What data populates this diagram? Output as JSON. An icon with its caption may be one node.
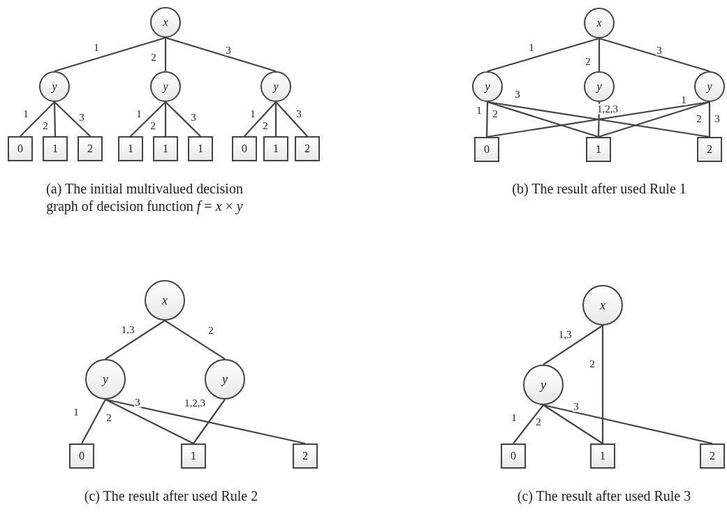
{
  "diagram": {
    "nodes": [
      {
        "text": [
          "x"
        ]
      },
      {
        "text": [
          "y"
        ]
      },
      {
        "text": [
          "y"
        ]
      },
      {
        "text": [
          "y"
        ]
      },
      {
        "text": [
          "0"
        ]
      },
      {
        "text": [
          "1"
        ]
      },
      {
        "text": [
          "2"
        ]
      },
      {
        "text": [
          "1"
        ]
      },
      {
        "text": [
          "1"
        ]
      },
      {
        "text": [
          "1"
        ]
      },
      {
        "text": [
          "0"
        ]
      },
      {
        "text": [
          "1"
        ]
      },
      {
        "text": [
          "2"
        ]
      },
      {
        "text": [
          "x"
        ]
      },
      {
        "text": [
          "y"
        ]
      },
      {
        "text": [
          "y"
        ]
      },
      {
        "text": [
          "y"
        ]
      },
      {
        "text": [
          "0"
        ]
      },
      {
        "text": [
          "1"
        ]
      },
      {
        "text": [
          "2"
        ]
      },
      {
        "text": [
          "x"
        ]
      },
      {
        "text": [
          "y"
        ]
      },
      {
        "text": [
          "y"
        ]
      },
      {
        "text": [
          "0"
        ]
      },
      {
        "text": [
          "1"
        ]
      },
      {
        "text": [
          "2"
        ]
      },
      {
        "text": [
          "x"
        ]
      },
      {
        "text": [
          "y"
        ]
      },
      {
        "text": [
          "0"
        ]
      },
      {
        "text": [
          "1"
        ]
      },
      {
        "text": [
          "2"
        ]
      }
    ],
    "edges": [
      {
        "from": 0,
        "to": 1,
        "arrow": "none",
        "label": "1"
      },
      {
        "from": 0,
        "to": 2,
        "arrow": "none",
        "label": "2"
      },
      {
        "from": 0,
        "to": 3,
        "arrow": "none",
        "label": "3"
      },
      {
        "from": 1,
        "to": 4,
        "arrow": "none",
        "label": "1"
      },
      {
        "from": 1,
        "to": 5,
        "arrow": "none",
        "label": "2"
      },
      {
        "from": 1,
        "to": 6,
        "arrow": "none",
        "label": "3"
      },
      {
        "from": 2,
        "to": 7,
        "arrow": "none",
        "label": "1"
      },
      {
        "from": 2,
        "to": 8,
        "arrow": "none",
        "label": "2"
      },
      {
        "from": 2,
        "to": 9,
        "arrow": "none",
        "label": "3"
      },
      {
        "from": 3,
        "to": 10,
        "arrow": "none",
        "label": "1"
      },
      {
        "from": 3,
        "to": 11,
        "arrow": "none",
        "label": "2"
      },
      {
        "from": 3,
        "to": 12,
        "arrow": "none",
        "label": "3"
      },
      {
        "from": 13,
        "to": 14,
        "arrow": "none",
        "label": "1"
      },
      {
        "from": 13,
        "to": 15,
        "arrow": "none",
        "label": "2"
      },
      {
        "from": 13,
        "to": 16,
        "arrow": "none",
        "label": "3"
      },
      {
        "from": 14,
        "to": 17,
        "arrow": "none",
        "label": "1"
      },
      {
        "from": 14,
        "to": 18,
        "arrow": "none",
        "label": "2"
      },
      {
        "from": 14,
        "to": 19,
        "arrow": "none",
        "label": "3"
      },
      {
        "from": 15,
        "to": 18,
        "arrow": "none",
        "label": "1,2,3"
      },
      {
        "from": 16,
        "to": 17,
        "arrow": "none",
        "label": "1"
      },
      {
        "from": 16,
        "to": 18,
        "arrow": "none",
        "label": "2"
      },
      {
        "from": 16,
        "to": 19,
        "arrow": "none",
        "label": "3"
      },
      {
        "from": 20,
        "to": 21,
        "arrow": "none",
        "label": "1,3"
      },
      {
        "from": 20,
        "to": 22,
        "arrow": "none",
        "label": "2"
      },
      {
        "from": 21,
        "to": 23,
        "arrow": "none",
        "label": "1"
      },
      {
        "from": 21,
        "to": 24,
        "arrow": "none",
        "label": "2"
      },
      {
        "from": 21,
        "to": 25,
        "arrow": "none",
        "label": "3"
      },
      {
        "from": 22,
        "to": 24,
        "arrow": "none",
        "label": "1,2,3"
      },
      {
        "from": 26,
        "to": 27,
        "arrow": "none",
        "label": "1,3"
      },
      {
        "from": 26,
        "to": 29,
        "arrow": "none",
        "label": "2"
      },
      {
        "from": 27,
        "to": 28,
        "arrow": "none",
        "label": "1"
      },
      {
        "from": 27,
        "to": 29,
        "arrow": "none",
        "label": "2"
      },
      {
        "from": 27,
        "to": 30,
        "arrow": "none",
        "label": "3"
      }
    ],
    "labels": [
      "(a) The initial multivalued decision graph of decision function *f* = *x* × *y*",
      "(b) The result after used Rule 1",
      "(c) The result after used Rule 2",
      "(c) The result after used Rule 3"
    ]
  }
}
